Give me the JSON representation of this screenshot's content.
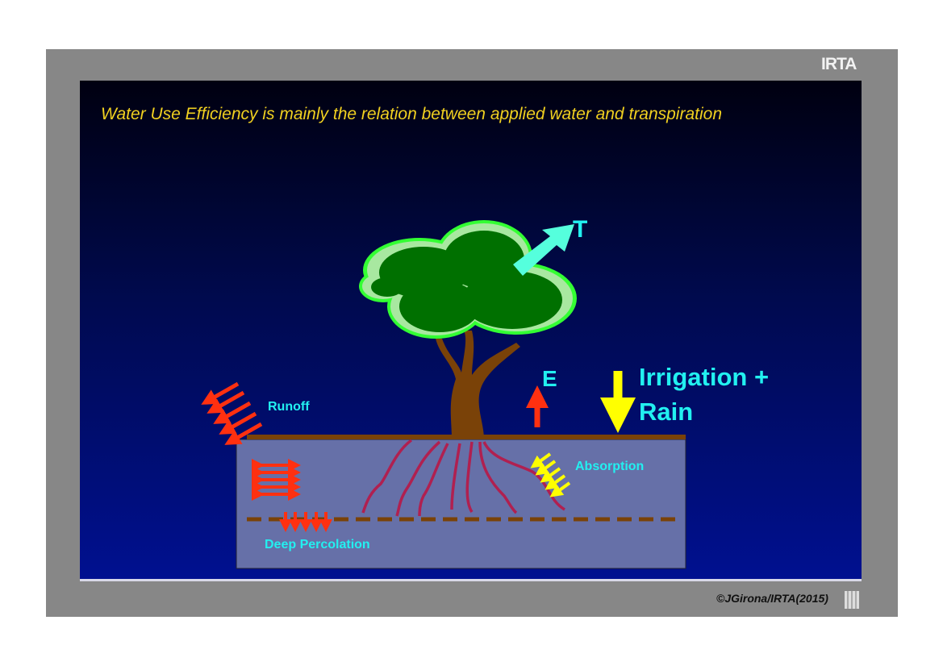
{
  "logo": "IRTA",
  "title": "Water Use Efficiency is mainly the relation between applied water and transpiration",
  "labels": {
    "transpiration": "T",
    "evaporation": "E",
    "irrigation_line1": "Irrigation +",
    "irrigation_line2": "Rain",
    "runoff": "Runoff",
    "absorption": "Absorption",
    "deep_percolation": "Deep Percolation"
  },
  "copyright": "©JGirona/IRTA(2015)",
  "colors": {
    "label": "#22f0f0",
    "title": "#f0d020",
    "arrow_red": "#ff3010",
    "arrow_yellow": "#ffff00",
    "root": "#b02050",
    "trunk": "#7a4208",
    "soil": "#6670a8"
  }
}
